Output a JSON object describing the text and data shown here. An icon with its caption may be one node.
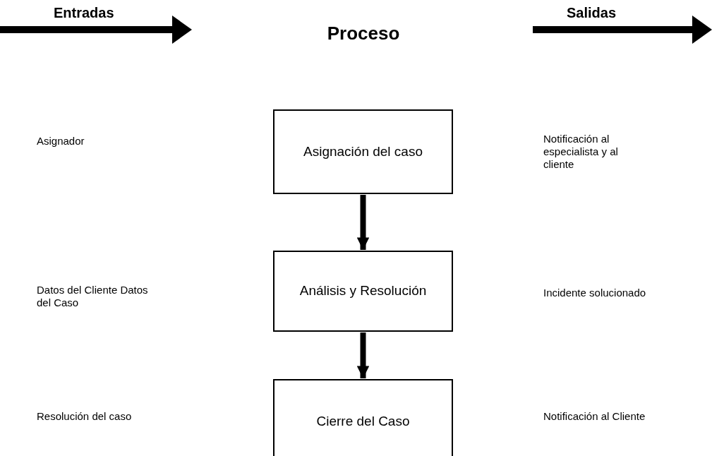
{
  "diagram": {
    "title": "Proceso",
    "nodes": [
      {
        "text": [
          "Asignación del caso"
        ]
      },
      {
        "text": [
          "Análisis y Resolución"
        ]
      },
      {
        "text": [
          "Cierre del Caso"
        ]
      }
    ],
    "edges": [
      {
        "from": 0,
        "to": 1,
        "arrow": "to"
      },
      {
        "from": 1,
        "to": 2,
        "arrow": "to"
      }
    ],
    "labels": [
      "Entradas",
      "Salidas",
      "Asignador",
      "Notificación al especialista y al cliente",
      "Datos del Cliente Datos del Caso",
      "Incidente solucionado",
      "Resolución del caso",
      "Notificación al Cliente"
    ]
  }
}
